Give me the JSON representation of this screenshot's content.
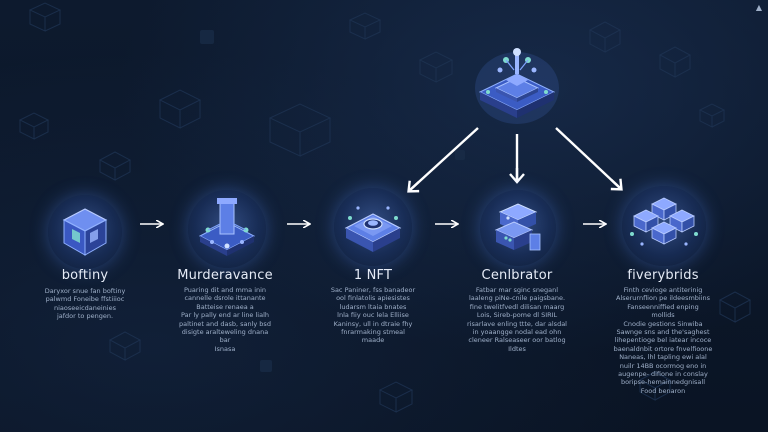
{
  "corner_mark": "▲",
  "nodes": [
    {
      "id": "node-1",
      "title": "boftiny",
      "icon": "cube-icon",
      "description": "Daryxor snue fan boftiny\npalwmd Foneibe ffstiiioc\nniaoseeicdaneinies\njafdor to pengen."
    },
    {
      "id": "node-2",
      "title": "Murderavance",
      "icon": "circuit-chip-icon",
      "description": "Puaring dit and mma inin\ncannelle dsrole ittanante\nBatteise renaea a\nPar ly pally end ar line lialh\npaltinet and dasb, sanly bsd\ndisigte aralteweling dnana\nbar\nIsnasa"
    },
    {
      "id": "node-3",
      "title": "1 NFT",
      "icon": "nft-token-icon",
      "description": "Sac Paniner, fss banadeor\nool finlatolis apiesistes\nludarsm ltaia bnates\nlnla fiiy ouc lela Elliise\nKaninsy, ull in dtraie fhy\nfnrarmaking stmeal\nmaade"
    },
    {
      "id": "node-4",
      "title": "Cenlbrator",
      "icon": "server-stack-icon",
      "description": "Fatbar mar sginc sneganl\nlaaleng piNe-cnile paigsbane.\nfine twelitfvedl dilisan maarg\nLois, Sireb-pome dl SIRIL\nrisarlave enling ttte, dar alsdal\nin yoaangge nodal ead ohn\ncleneer Ralseaseer oor batlog\nIldtes"
    },
    {
      "id": "node-5",
      "title": "fiverybrids",
      "icon": "cube-grid-icon",
      "description": "Finth cevioge antiterinig\nAlserurnflion pe ildeesmbiins\nFanseenniffied enping\nmollids\nCnodie gestions Sinwiba\nSawnge sns and the'saghest\nlihepentioge bel iatear incoce\nbaenaldnbit ortore fnvelfioone\nNaneas, lhl tapling ewi alal\nnuilr 14BB ocormog eno in\naugenpe- difione in conslay\nboripse-hemainnedgnisall\nFood benaron"
    }
  ]
}
